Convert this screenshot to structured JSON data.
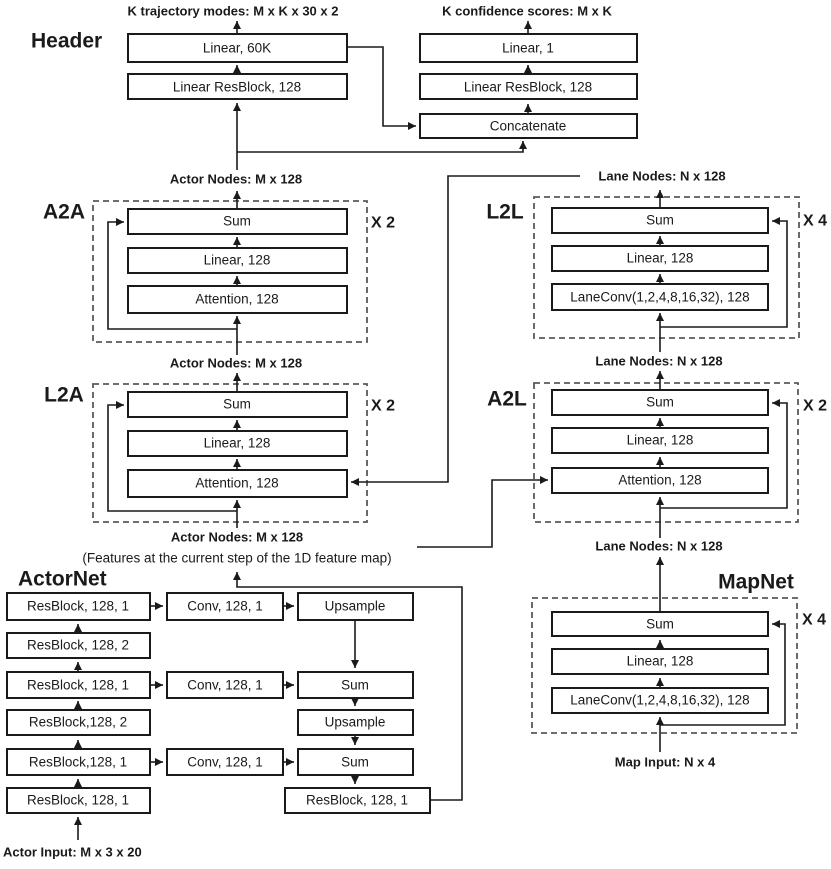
{
  "colors": {
    "ink": "#1a1a1a",
    "dashed_border": "#5a5a5a",
    "box_fill": "#ffffff",
    "background": "#ffffff"
  },
  "header": {
    "title": "Header",
    "trajectory_output": "K trajectory modes: M x K x 30 x 2",
    "confidence_output": "K confidence scores: M x K",
    "left_boxes": [
      "Linear, 60K",
      "Linear ResBlock, 128"
    ],
    "right_boxes": [
      "Linear, 1",
      "Linear ResBlock, 128",
      "Concatenate"
    ]
  },
  "labels": {
    "actor_nodes_top": "Actor Nodes: M x 128",
    "actor_nodes_mid": "Actor Nodes: M x 128",
    "actor_nodes_bottom": "Actor Nodes: M x 128",
    "features_note": "(Features at the current step of the 1D feature map)",
    "lane_nodes_top": "Lane Nodes: N x 128",
    "lane_nodes_mid": "Lane Nodes: N x 128",
    "lane_nodes_bottom": "Lane Nodes: N x 128",
    "actor_input": "Actor Input: M x 3 x 20",
    "map_input": "Map Input: N x 4"
  },
  "a2a": {
    "title": "A2A",
    "repeat": "X 2",
    "boxes": [
      "Sum",
      "Linear, 128",
      "Attention, 128"
    ]
  },
  "l2l": {
    "title": "L2L",
    "repeat": "X 4",
    "boxes": [
      "Sum",
      "Linear, 128",
      "LaneConv(1,2,4,8,16,32), 128"
    ]
  },
  "l2a": {
    "title": "L2A",
    "repeat": "X 2",
    "boxes": [
      "Sum",
      "Linear, 128",
      "Attention, 128"
    ]
  },
  "a2l": {
    "title": "A2L",
    "repeat": "X 2",
    "boxes": [
      "Sum",
      "Linear, 128",
      "Attention, 128"
    ]
  },
  "mapnet": {
    "title": "MapNet",
    "repeat": "X 4",
    "boxes": [
      "Sum",
      "Linear, 128",
      "LaneConv(1,2,4,8,16,32), 128"
    ]
  },
  "actornet": {
    "title": "ActorNet",
    "left_column": [
      "ResBlock, 128, 1",
      "ResBlock, 128, 2",
      "ResBlock, 128, 1",
      "ResBlock,128, 2",
      "ResBlock,128, 1",
      "ResBlock, 128, 1"
    ],
    "mid_column": [
      "Conv, 128, 1",
      "Conv, 128, 1",
      "Conv, 128, 1"
    ],
    "right_column": [
      "Upsample",
      "Sum",
      "Upsample",
      "Sum"
    ],
    "output_box": "ResBlock, 128, 1"
  }
}
